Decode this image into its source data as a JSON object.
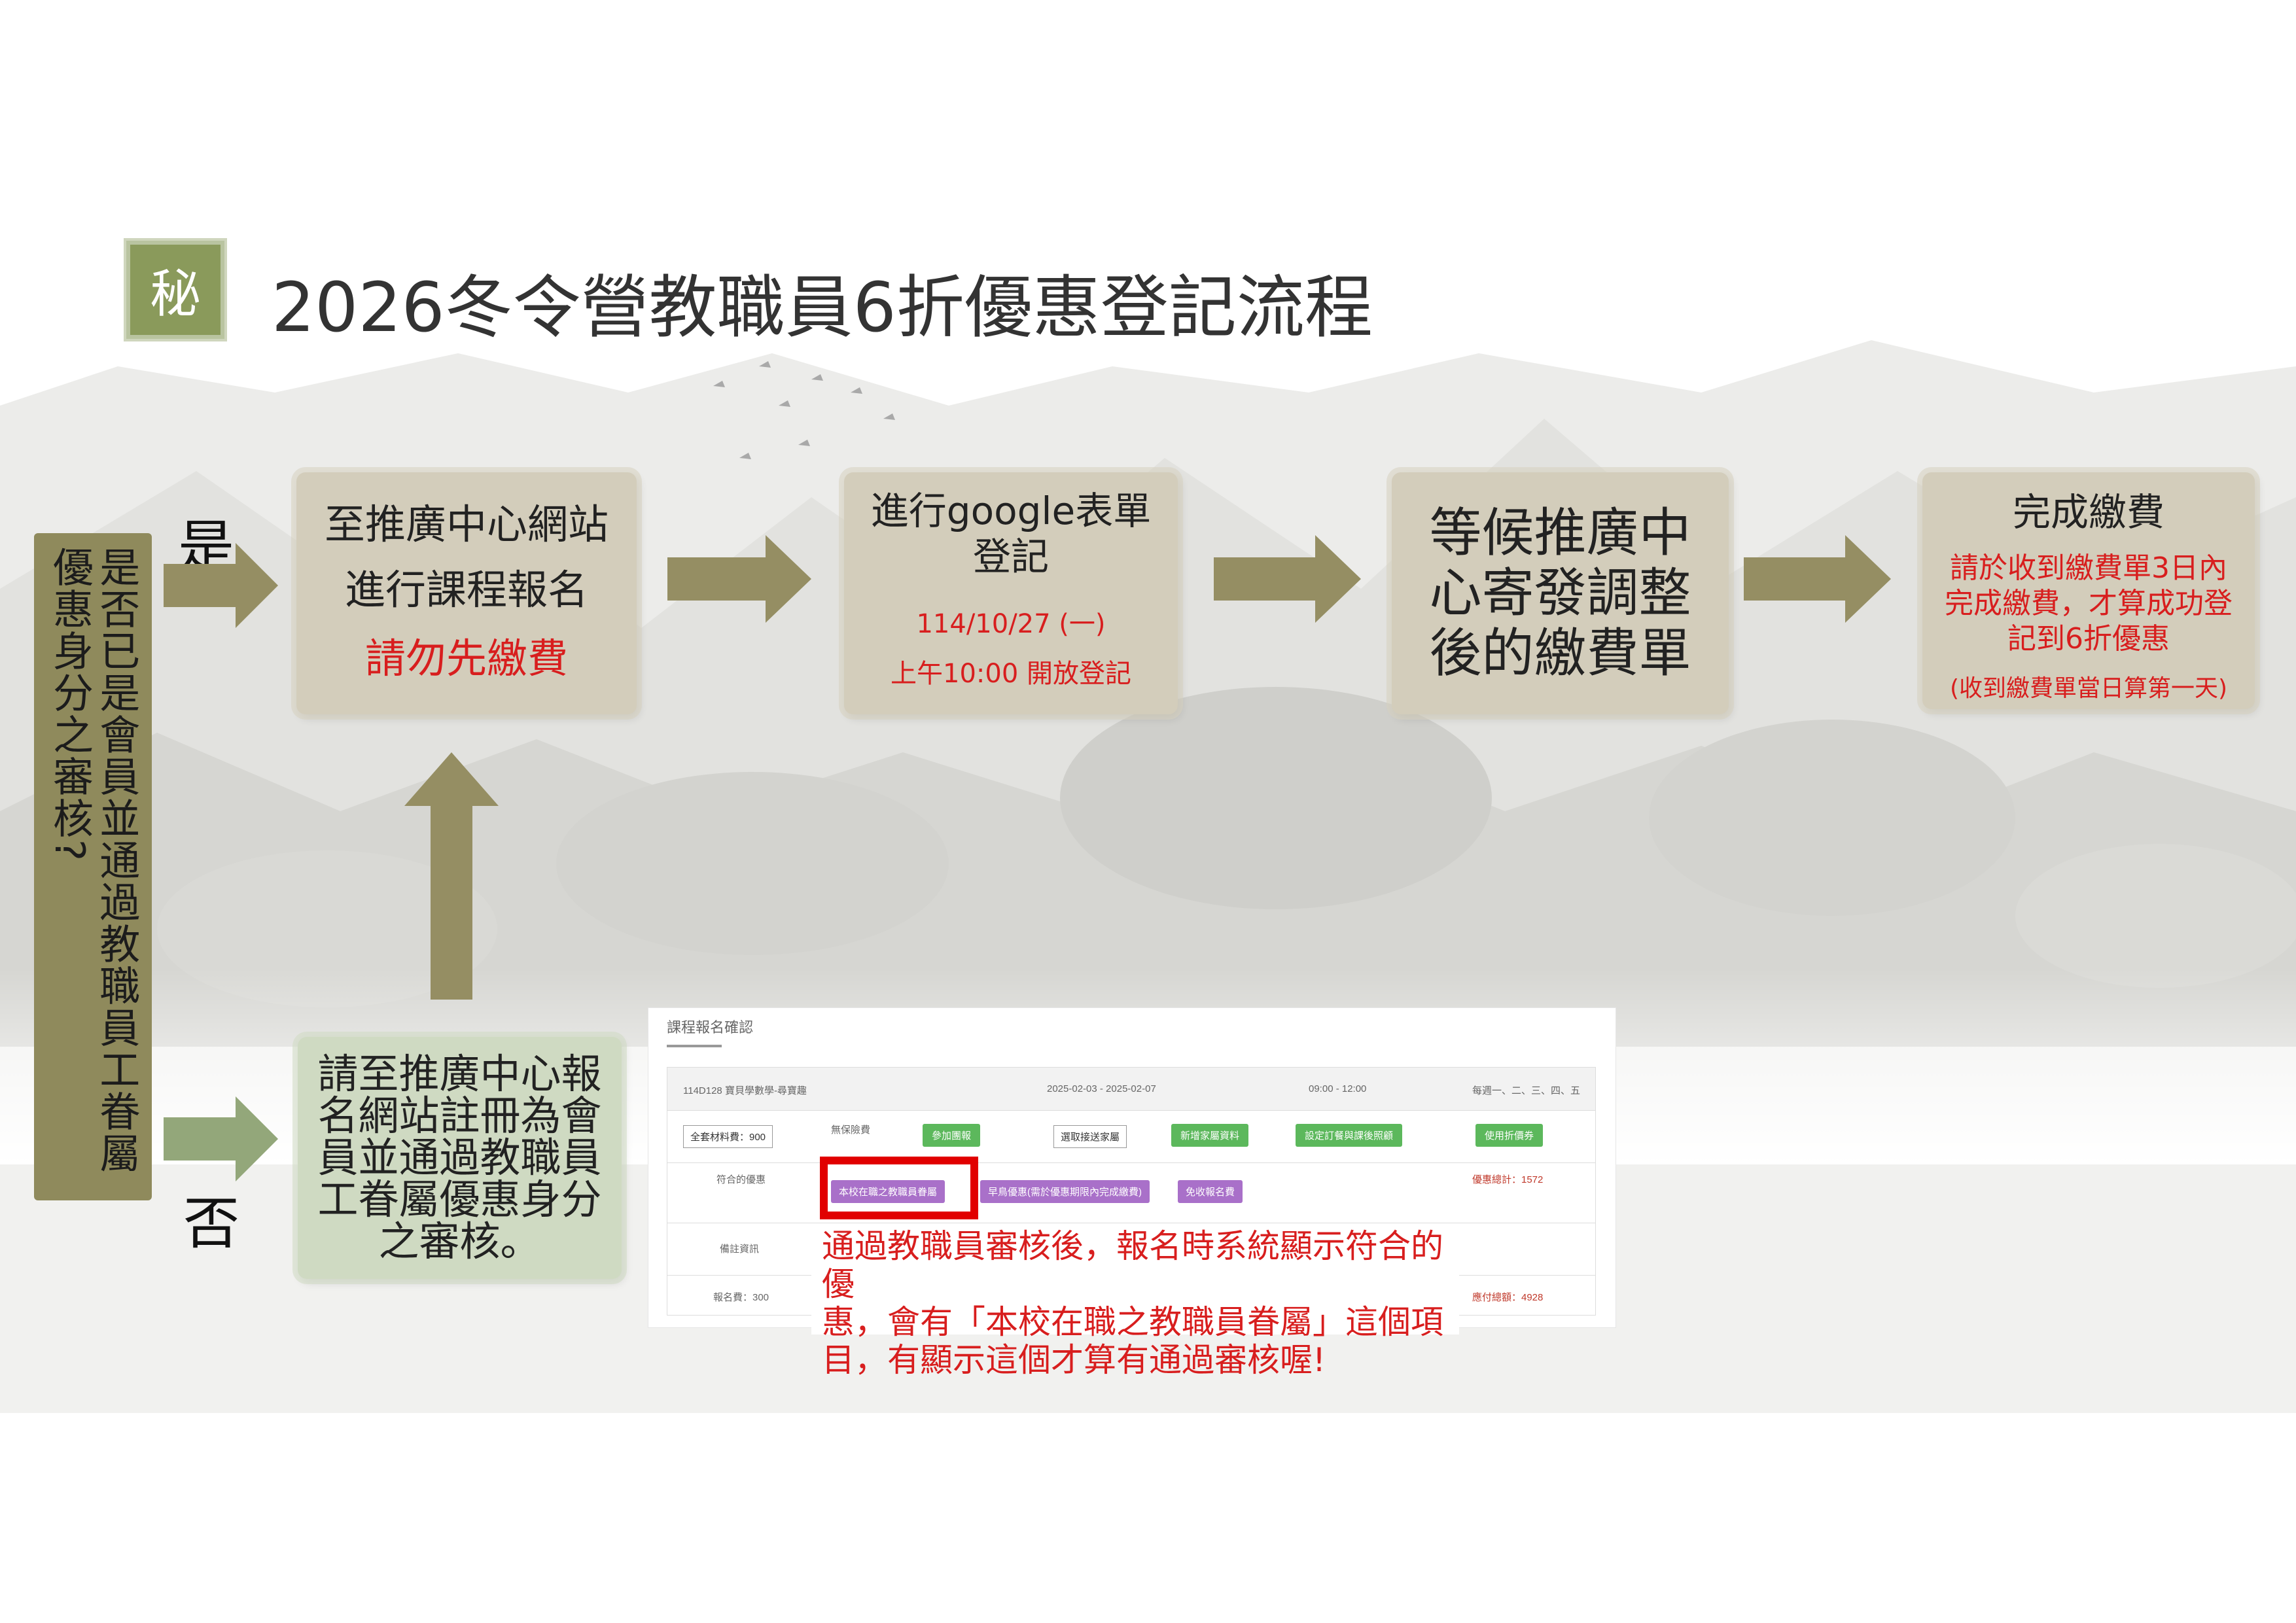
{
  "header": {
    "badge": "秘",
    "title": "2026冬令營教職員6折優惠登記流程"
  },
  "question": "是否已是會員並通過教職員工眷屬優惠身分之審核?",
  "branch_yes": "是",
  "branch_no": "否",
  "steps": {
    "step1": {
      "line1": "至推廣中心網站",
      "line2": "進行課程報名",
      "warning": "請勿先繳費"
    },
    "step2": {
      "line1": "進行google表單",
      "line2": "登記",
      "date": "114/10/27 (一)",
      "time": "上午10:00 開放登記"
    },
    "step3": {
      "line1": "等候推廣中",
      "line2": "心寄發調整",
      "line3": "後的繳費單"
    },
    "step4": {
      "title": "完成繳費",
      "line1": "請於收到繳費單3日內",
      "line2": "完成繳費，才算成功登",
      "line3": "記到6折優惠",
      "note": "(收到繳費單當日算第一天)"
    },
    "register": {
      "line1": "請至推廣中心報",
      "line2": "名網站註冊為會",
      "line3": "員並通過教職員",
      "line4": "工眷屬優惠身分",
      "line5": "之審核。"
    }
  },
  "screenshot": {
    "title": "課程報名確認",
    "course": "114D128 寶貝學數學-尋寶趣",
    "dates": "2025-02-03 - 2025-02-07",
    "time": "09:00 - 12:00",
    "days": "每週一、二、三、四、五",
    "material_fee": "全套材料費：900",
    "insurance": "無保險費",
    "btn_join_group": "參加團報",
    "btn_pickup": "選取接送家屬",
    "btn_add_family": "新增家屬資料",
    "btn_meal": "設定訂餐與課後照顧",
    "btn_coupon": "使用折價券",
    "discount_label": "符合的優惠",
    "discount1": "本校在職之教職員眷屬",
    "discount2": "早鳥優惠(需於優惠期限內完成繳費)",
    "discount3": "免收報名費",
    "discount_total": "優惠總計：1572",
    "remarks_label": "備註資訊",
    "signup_fee": "報名費：300",
    "payable_total": "應付總額：4928"
  },
  "annotation": {
    "line1": "通過教職員審核後，報名時系統顯示符合的優",
    "line2": "惠，會有「本校在職之教職員眷屬」這個項",
    "line3": "目，有顯示這個才算有通過審核喔!"
  },
  "colors": {
    "box": "#d3cdbb",
    "box_green": "#cfdac2",
    "arrow_olive": "#958e63",
    "arrow_green": "#93a77a",
    "warning_red": "#d81e1e",
    "badge": "#8a9a5b"
  }
}
